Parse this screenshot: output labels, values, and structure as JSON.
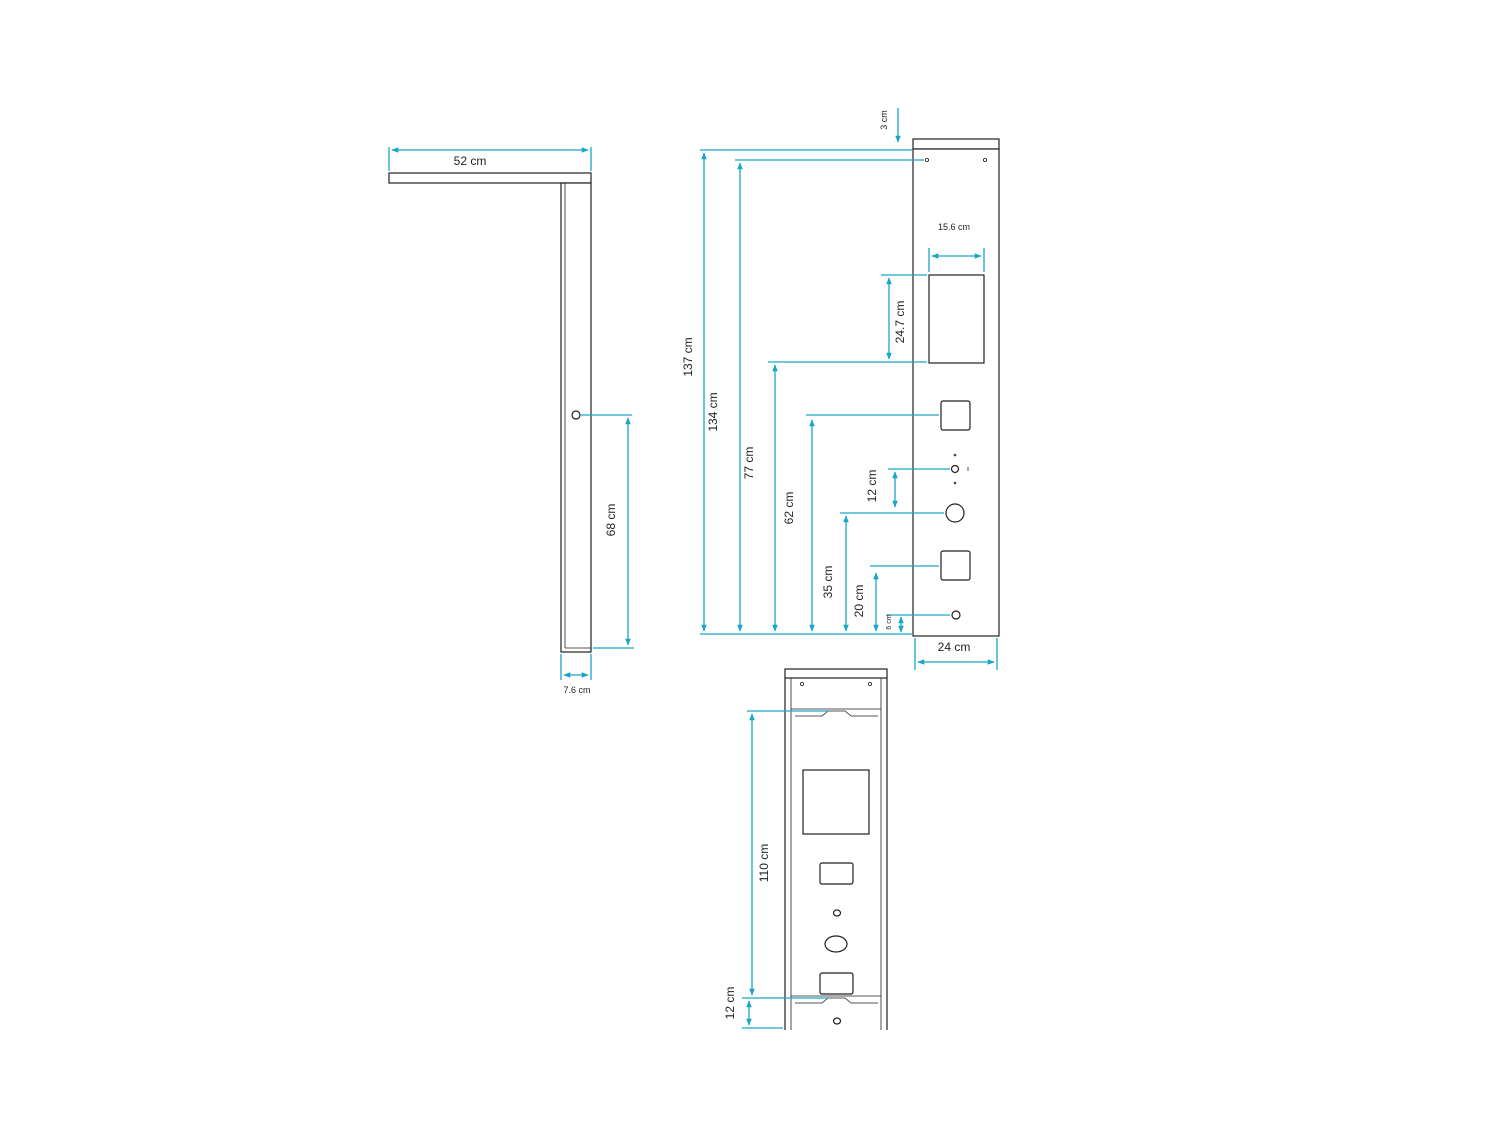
{
  "colors": {
    "dimension_line": "#1aa6c8",
    "outline": "#231f20",
    "background": "#ffffff"
  },
  "side_view": {
    "depth_label": "52 cm",
    "hole_height_label": "68 cm",
    "thickness_label": "7.6 cm"
  },
  "front_view": {
    "top_offset_label": "3 cm",
    "total_height_label": "137 cm",
    "hole_height_label": "134 cm",
    "panel_width_label": "15.6 cm",
    "panel_height_label": "24.7 cm",
    "panel_bottom_label": "77 cm",
    "box1_label": "62 cm",
    "small_hole_gap_label": "12 cm",
    "round_label": "35 cm",
    "box2_label": "20 cm",
    "bottom_hole_label": "6 cm",
    "width_label": "24 cm"
  },
  "rear_view": {
    "bracket_spacing_label": "110 cm",
    "bottom_bracket_label": "12 cm"
  }
}
